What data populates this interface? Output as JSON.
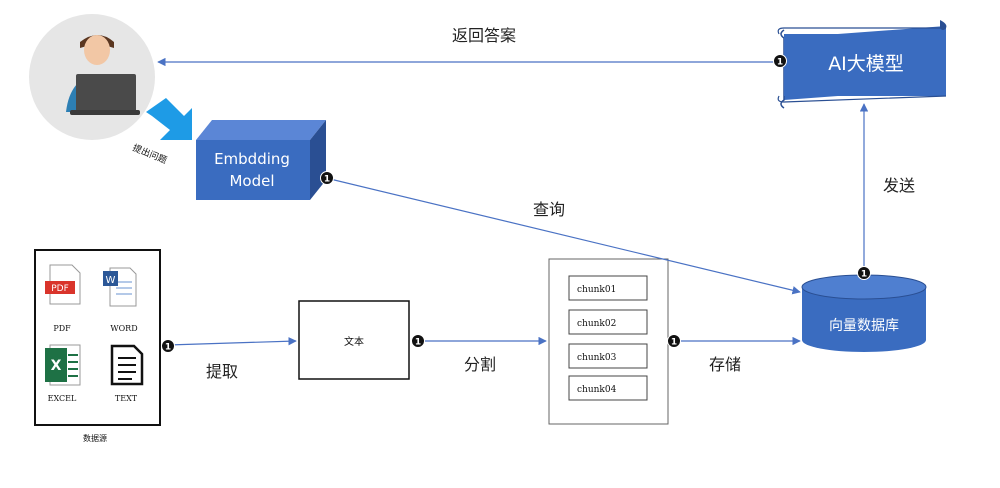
{
  "user": {
    "ask_label": "提出问题"
  },
  "embedding_model": {
    "line1": "Embdding",
    "line2": "Model"
  },
  "llm": {
    "label": "AI大模型"
  },
  "vector_db": {
    "label": "向量数据库"
  },
  "data_source": {
    "caption": "数据源",
    "files": [
      {
        "name": "PDF",
        "badge": "PDF"
      },
      {
        "name": "WORD",
        "badge": "W"
      },
      {
        "name": "EXCEL",
        "badge": "X"
      },
      {
        "name": "TEXT",
        "badge": ""
      }
    ]
  },
  "text_box": {
    "label": "文本"
  },
  "chunks": [
    "chunk01",
    "chunk02",
    "chunk03",
    "chunk04"
  ],
  "edges": {
    "return_answer": "返回答案",
    "query": "查询",
    "send": "发送",
    "extract": "提取",
    "split": "分割",
    "store": "存储"
  },
  "step_badge": "1",
  "colors": {
    "node_blue": "#3a6cc0",
    "node_blue_dark": "#2a4f93",
    "arrow_blue": "#4a72c4",
    "ask_arrow": "#1e9be6"
  }
}
